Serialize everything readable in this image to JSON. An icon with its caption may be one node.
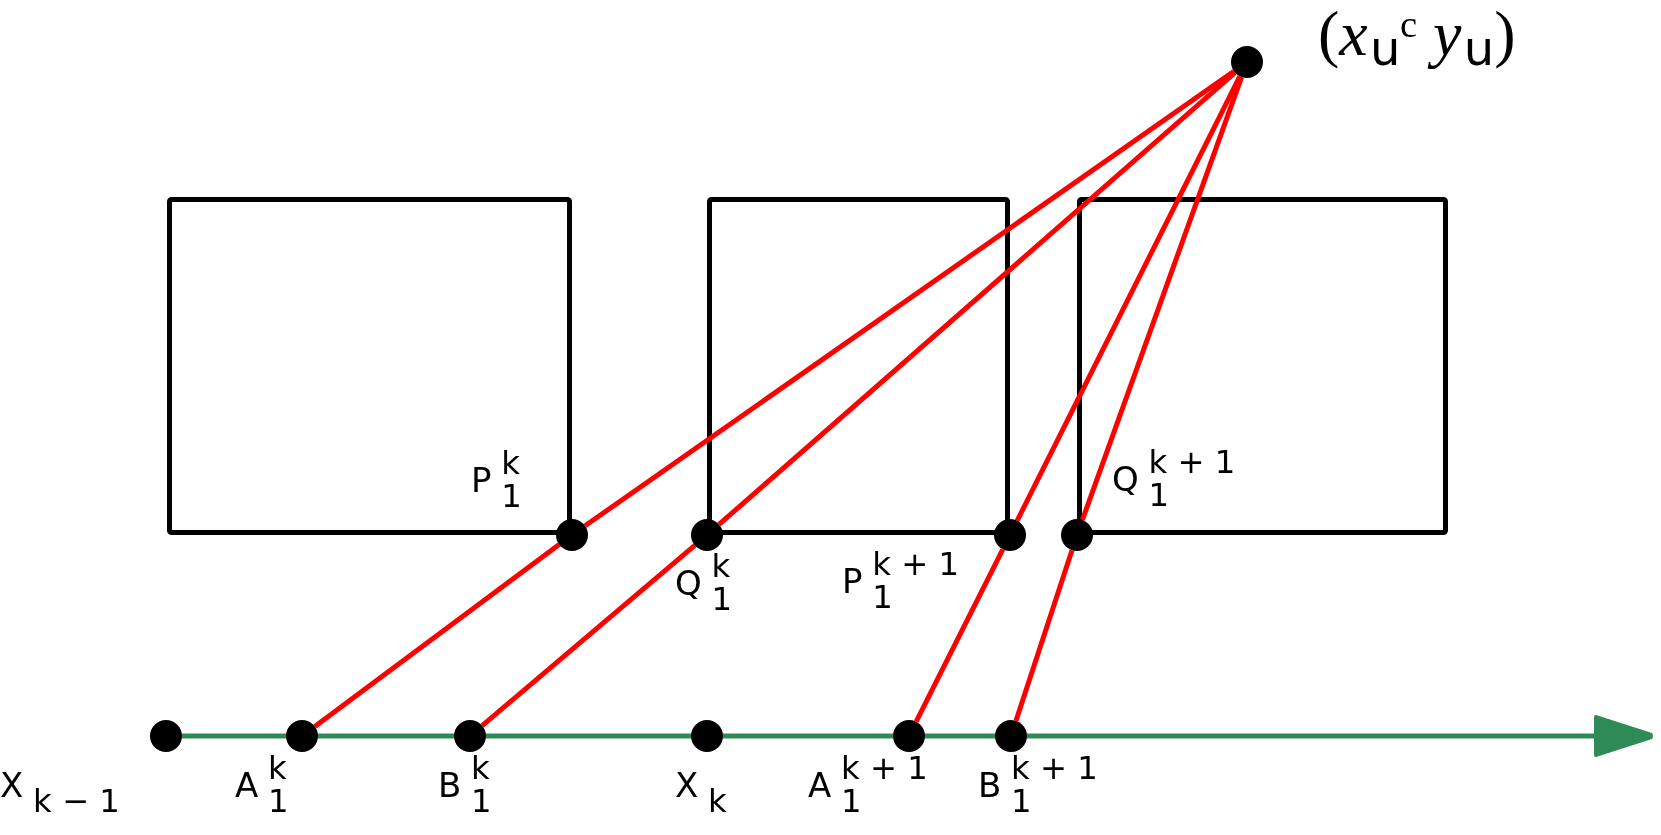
{
  "diagram": {
    "nodes": [
      {
        "text": [],
        "shape": "circle",
        "beside": [
          "(*x*$_{u}$ᶜ *y*$_{u}$)"
        ]
      },
      {
        "text": [],
        "shape": "circle"
      },
      {
        "text": [],
        "shape": "circle",
        "beside": [
          "Q$^{k}$$_{1}$"
        ]
      },
      {
        "text": [],
        "shape": "circle"
      },
      {
        "text": [],
        "shape": "circle"
      },
      {
        "text": [],
        "shape": "circle",
        "beside": [
          "X$_{k − 1}$"
        ]
      },
      {
        "text": [],
        "shape": "circle",
        "beside": [
          "A$^{k}$$_{1}$"
        ]
      },
      {
        "text": [],
        "shape": "circle",
        "beside": [
          "B$^{k}$$_{1}$"
        ]
      },
      {
        "text": [],
        "shape": "circle",
        "beside": [
          "X$_{k}$"
        ]
      },
      {
        "text": [],
        "shape": "circle",
        "beside": [
          "A$^{k + 1}$$_{1}$"
        ]
      },
      {
        "text": [],
        "shape": "circle",
        "beside": [
          "B$^{k + 1}$$_{1}$"
        ]
      }
    ],
    "edges": [
      {
        "from": 0,
        "to": 1,
        "arrow": "none"
      },
      {
        "from": 1,
        "to": 6,
        "arrow": "none"
      },
      {
        "from": 0,
        "to": 2,
        "arrow": "none"
      },
      {
        "from": 2,
        "to": 7,
        "arrow": "none"
      },
      {
        "from": 0,
        "to": 3,
        "arrow": "none"
      },
      {
        "from": 3,
        "to": 9,
        "arrow": "none"
      },
      {
        "from": 0,
        "to": 4,
        "arrow": "none"
      },
      {
        "from": 4,
        "to": 10,
        "arrow": "none"
      },
      {
        "from": 5,
        "to": 6,
        "arrow": "none",
        "color": "#2e8b57"
      },
      {
        "from": 6,
        "to": 7,
        "arrow": "none",
        "color": "#2e8b57"
      },
      {
        "from": 7,
        "to": 8,
        "arrow": "none",
        "color": "#2e8b57"
      },
      {
        "from": 8,
        "to": 9,
        "arrow": "none",
        "color": "#2e8b57"
      },
      {
        "from": 9,
        "to": 10,
        "arrow": "none",
        "color": "#2e8b57"
      },
      {
        "from": 10,
        "to": null,
        "arrow": "to",
        "color": "#2e8b57"
      }
    ],
    "labels": [
      "P$^{k}$$_{1}$",
      "Q$^{k + 1}$$_{1}$",
      "P$^{k + 1}$$_{1}$"
    ]
  }
}
